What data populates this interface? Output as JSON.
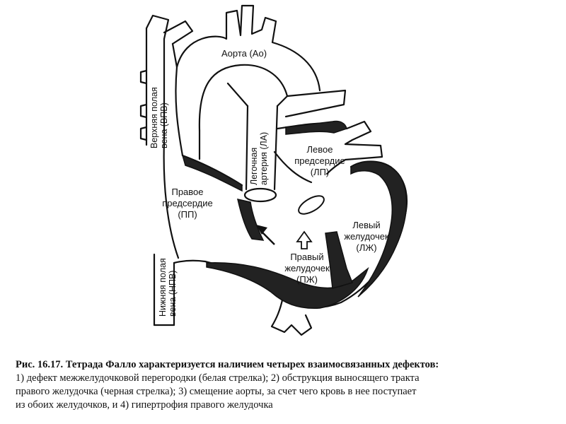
{
  "figure": {
    "labels": {
      "aorta": "Аорта (Ао)",
      "svc_line1": "Верхняя полая",
      "svc_line2": "вена (ВПВ)",
      "pa_line1": "Легочная",
      "pa_line2": "артерия (ЛА)",
      "la_line1": "Левое",
      "la_line2": "предсердие",
      "la_line3": "(ЛП)",
      "ra_line1": "Правое",
      "ra_line2": "предсердие",
      "ra_line3": "(ПП)",
      "lv_line1": "Левый",
      "lv_line2": "желудочек",
      "lv_line3": "(ЛЖ)",
      "rv_line1": "Правый",
      "rv_line2": "желудочек",
      "rv_line3": "(ПЖ)",
      "ivc_line1": "Нижняя полая",
      "ivc_line2": "вена (НПВ)"
    },
    "arrows": {
      "white_arrow": "defect of interventricular septum",
      "black_arrow": "obstruction of right ventricular outflow tract"
    }
  },
  "caption": {
    "bold": "Рис. 16.17. Тетрада Фалло характеризуется наличием четырех взаимосвязанных дефектов:",
    "line1": "1) дефект межжелудочковой перегородки (белая стрелка); 2) обструкция выносящего тракта",
    "line2": "правого желудочка (черная стрелка); 3) смещение аорты, за счет чего кровь в нее поступает",
    "line3": "из обоих желудочков, и 4) гипертрофия правого желудочка"
  }
}
